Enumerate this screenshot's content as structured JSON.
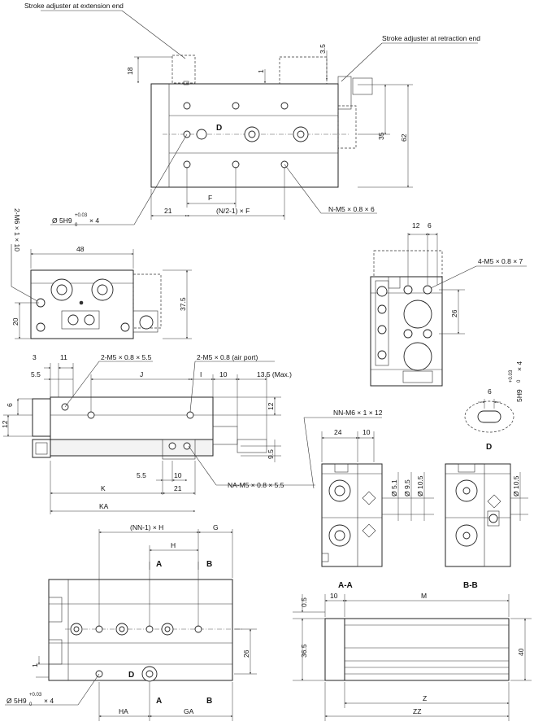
{
  "callouts": {
    "stroke_ext": "Stroke adjuster at extension end",
    "stroke_ret": "Stroke adjuster at retraction end",
    "n_m5": "N-M5 × 0.8 × 6",
    "m6_side": "2-M6 × 1 × 10",
    "bore_top": "Ø 5H9",
    "bore_top_tol": "+0.03",
    "bore_top_tol0": "0",
    "bore_top_n": "× 4",
    "m5_4": "4-M5 × 0.8 × 7",
    "m5_2": "2-M5 × 0.8 × 5.5",
    "m5_air": "2-M5 × 0.8 (air port)",
    "nn_m6": "NN-M6 × 1 × 12",
    "na_m5": "NA-M5 × 0.8 × 5.5",
    "bore_d": "5H9",
    "bore_d_tol": "+0.03",
    "bore_d_tol0": "0",
    "bore_d_n": "× 4",
    "bore_bot": "Ø 5H9",
    "bore_bot_tol": "+0.03",
    "bore_bot_tol0": "0",
    "bore_bot_n": "× 4"
  },
  "dims": {
    "d18": "18",
    "d3_5": "3.5",
    "d1a": "1",
    "d35": "35",
    "d62": "62",
    "dF": "F",
    "d21a": "21",
    "dN2F": "(N/2-1) × F",
    "d48": "48",
    "d37_5": "37.5",
    "d20": "20",
    "d12a": "12",
    "d6a": "6",
    "d26a": "26",
    "d3": "3",
    "d11": "11",
    "d5_5a": "5.5",
    "dJ": "J",
    "dI": "I",
    "d10a": "10",
    "d13_5": "13.5 (Max.)",
    "d12b": "12",
    "d6b": "6",
    "d9_5a": "9.5",
    "d12c": "12",
    "d6c": "6",
    "d5_5b": "5.5",
    "d10b": "10",
    "dK": "K",
    "d21b": "21",
    "dKA": "KA",
    "d24": "24",
    "d10c": "10",
    "d5_1": "Ø 5.1",
    "d9_5b": "Ø 9.5",
    "d10_5a": "Ø 10.5",
    "d10_5b": "Ø 10.5",
    "dNN1H": "(NN-1) × H",
    "dG": "G",
    "dH": "H",
    "d26b": "26",
    "d1b": "1",
    "dHA": "HA",
    "dGA": "GA",
    "d0_5": "0.5",
    "d10d": "10",
    "dM": "M",
    "d36_5": "36.5",
    "d40": "40",
    "dZ": "Z",
    "dZZ": "ZZ"
  },
  "labels": {
    "D_top": "D",
    "D_view": "D",
    "D_bot": "D",
    "A_top": "A",
    "B_top": "B",
    "A_bot": "A",
    "B_bot": "B",
    "AA": "A-A",
    "BB": "B-B"
  },
  "colors": {
    "line": "#222222",
    "fill": "#ffffff"
  }
}
